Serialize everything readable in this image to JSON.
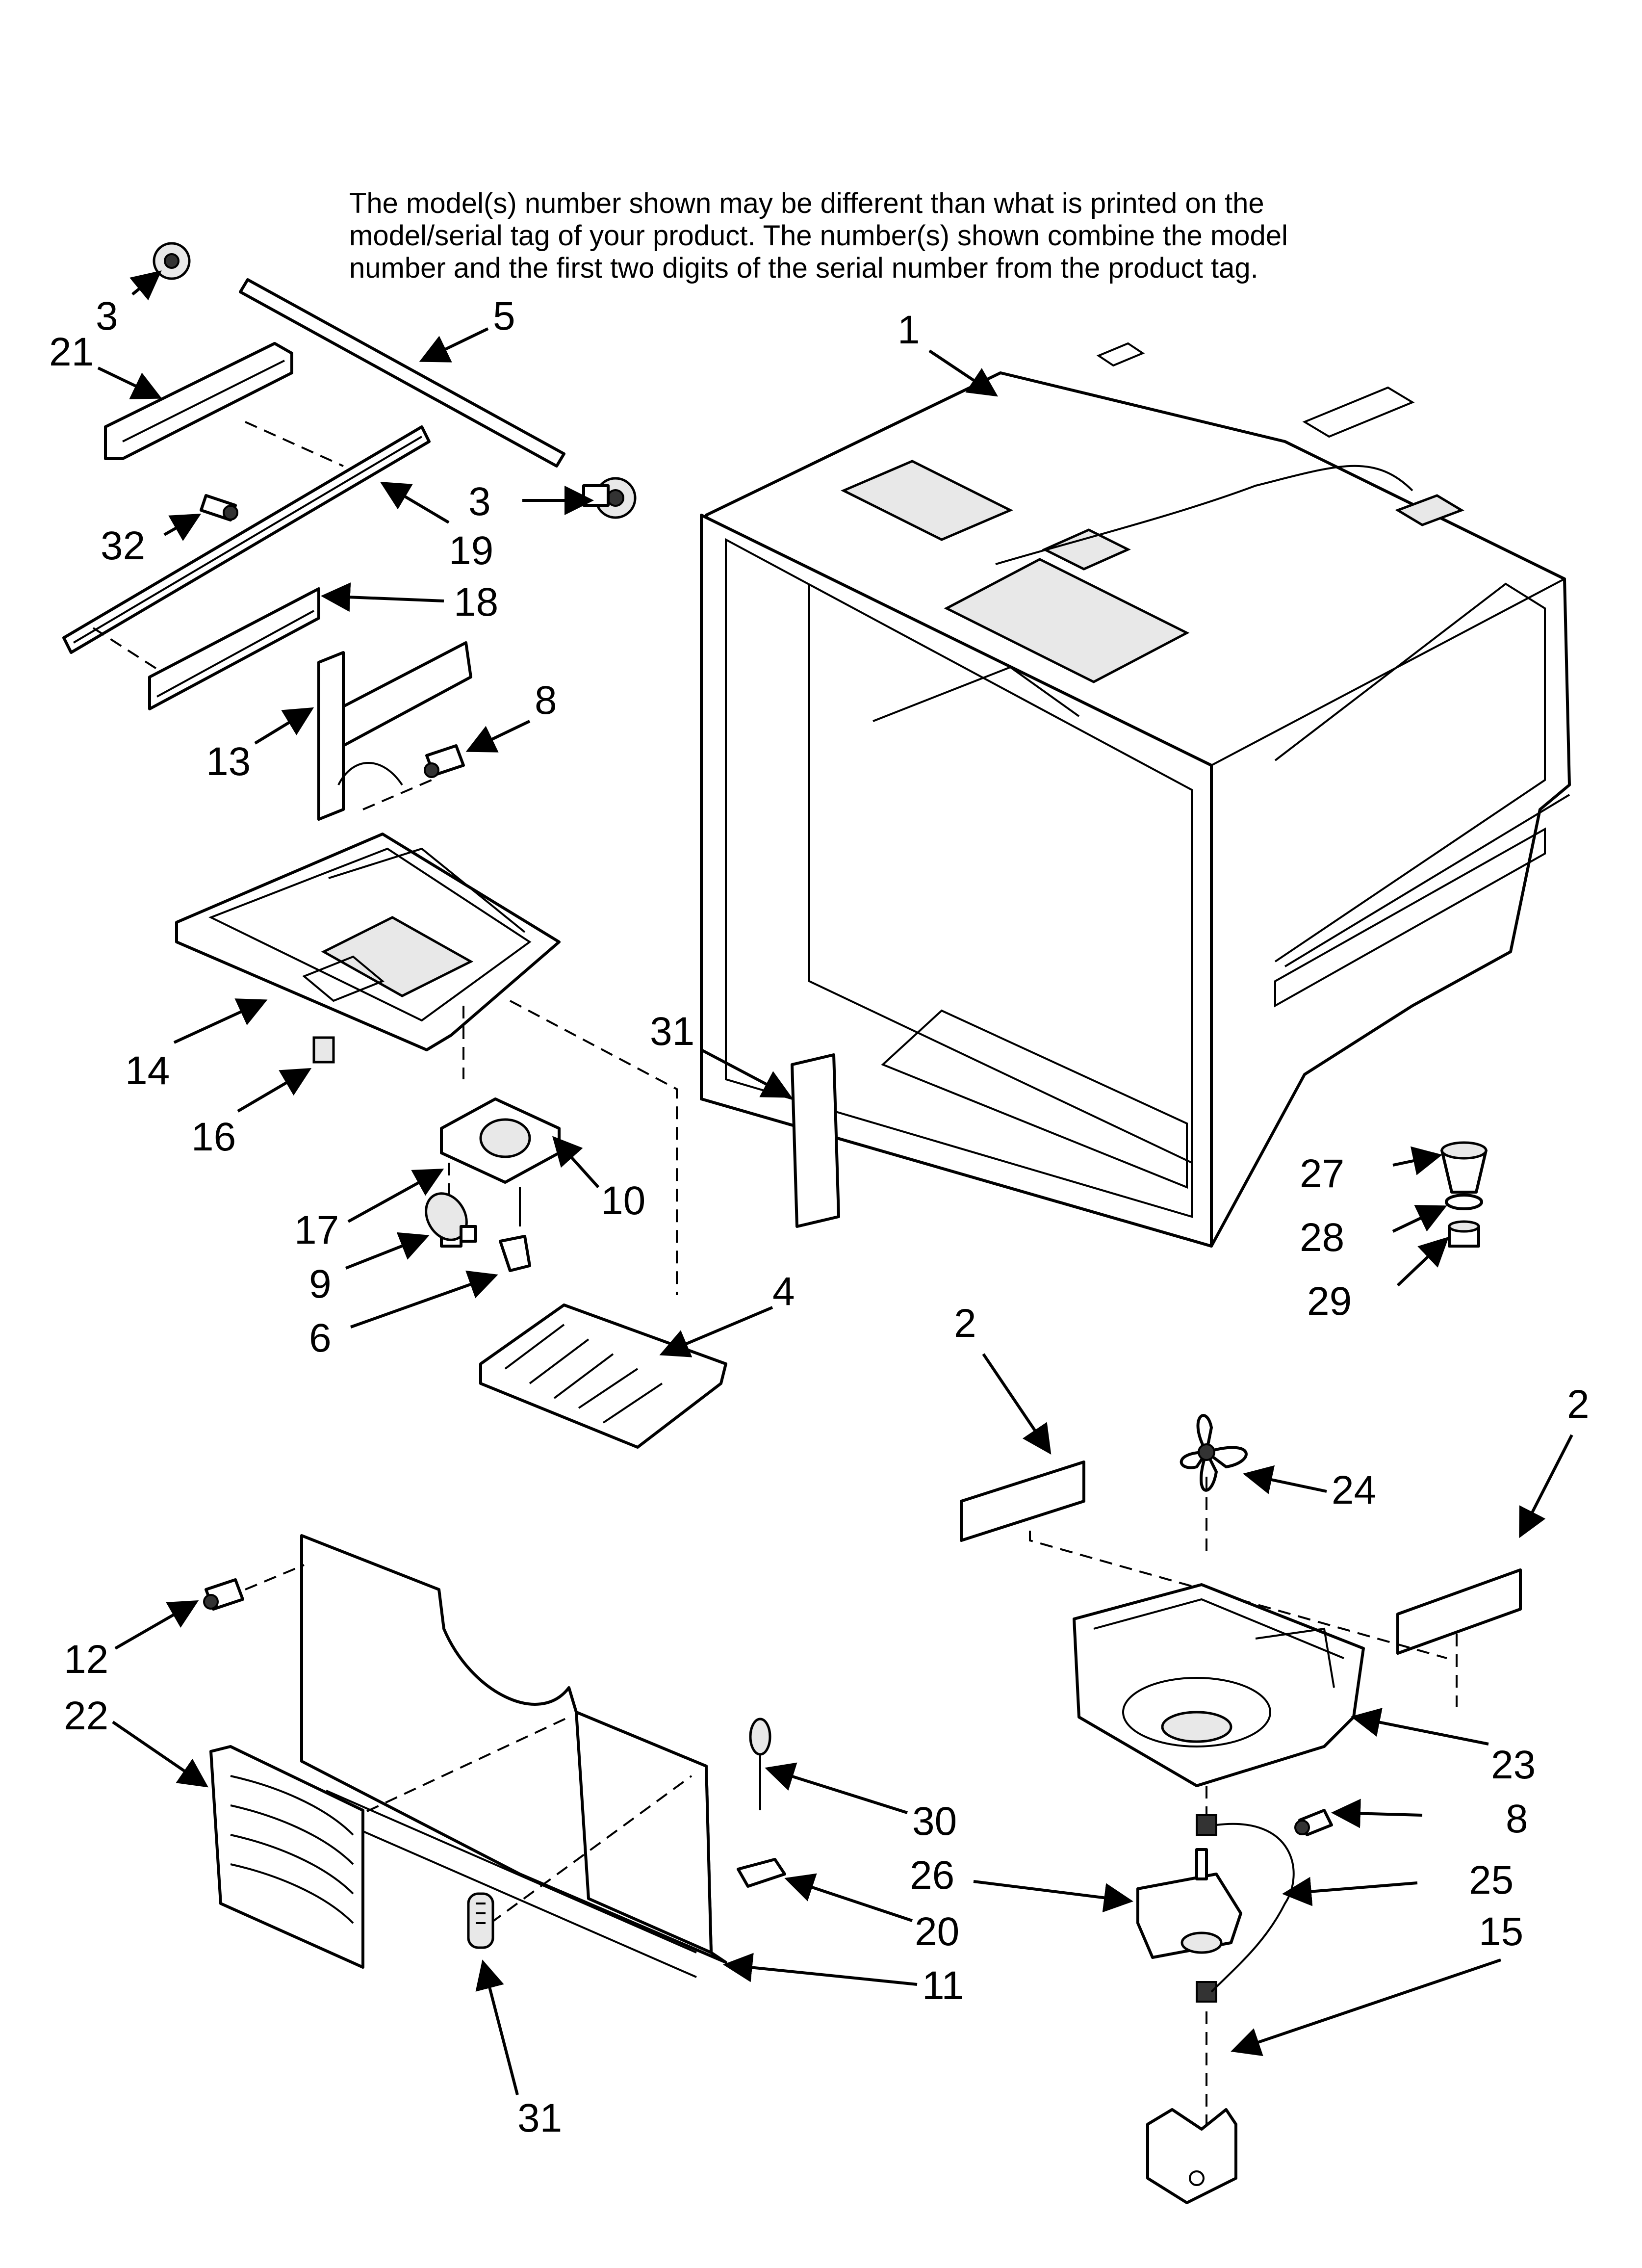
{
  "note": {
    "lines": [
      "The model(s) number shown may be different than what is printed on the",
      "model/serial tag of your product. The number(s) shown combine the model",
      "number and the first two digits of the serial number from the product tag."
    ]
  },
  "callouts": [
    {
      "id": "c-3a",
      "label": "3"
    },
    {
      "id": "c-21",
      "label": "21"
    },
    {
      "id": "c-5",
      "label": "5"
    },
    {
      "id": "c-1",
      "label": "1"
    },
    {
      "id": "c-3b",
      "label": "3"
    },
    {
      "id": "c-32",
      "label": "32"
    },
    {
      "id": "c-19",
      "label": "19"
    },
    {
      "id": "c-18",
      "label": "18"
    },
    {
      "id": "c-8a",
      "label": "8"
    },
    {
      "id": "c-13",
      "label": "13"
    },
    {
      "id": "c-14",
      "label": "14"
    },
    {
      "id": "c-16",
      "label": "16"
    },
    {
      "id": "c-31a",
      "label": "31"
    },
    {
      "id": "c-10",
      "label": "10"
    },
    {
      "id": "c-17",
      "label": "17"
    },
    {
      "id": "c-9",
      "label": "9"
    },
    {
      "id": "c-6",
      "label": "6"
    },
    {
      "id": "c-4",
      "label": "4"
    },
    {
      "id": "c-27",
      "label": "27"
    },
    {
      "id": "c-28",
      "label": "28"
    },
    {
      "id": "c-29",
      "label": "29"
    },
    {
      "id": "c-2a",
      "label": "2"
    },
    {
      "id": "c-2b",
      "label": "2"
    },
    {
      "id": "c-24",
      "label": "24"
    },
    {
      "id": "c-12",
      "label": "12"
    },
    {
      "id": "c-22",
      "label": "22"
    },
    {
      "id": "c-23",
      "label": "23"
    },
    {
      "id": "c-8b",
      "label": "8"
    },
    {
      "id": "c-30",
      "label": "30"
    },
    {
      "id": "c-26",
      "label": "26"
    },
    {
      "id": "c-25",
      "label": "25"
    },
    {
      "id": "c-20",
      "label": "20"
    },
    {
      "id": "c-15",
      "label": "15"
    },
    {
      "id": "c-11",
      "label": "11"
    },
    {
      "id": "c-31b",
      "label": "31"
    }
  ]
}
